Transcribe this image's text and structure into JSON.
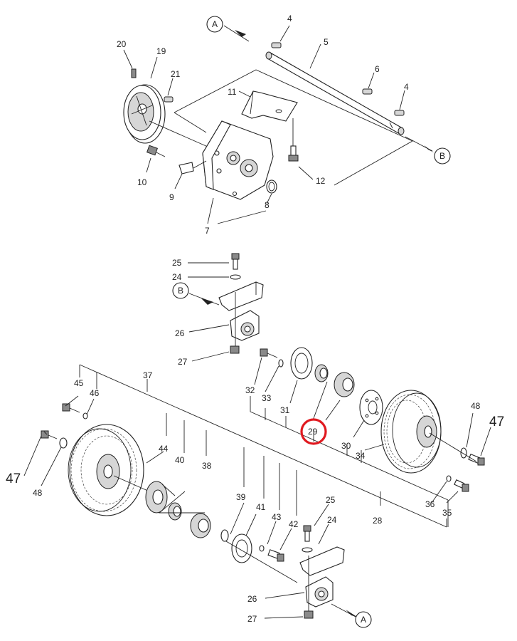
{
  "callouts": {
    "A_top": "A",
    "B_right": "B",
    "B_mid": "B",
    "A_bottom": "A"
  },
  "labels": {
    "n4a": "4",
    "n5": "5",
    "n6": "6",
    "n4b": "4",
    "n20": "20",
    "n19": "19",
    "n21": "21",
    "n11": "11",
    "n10": "10",
    "n9": "9",
    "n12": "12",
    "n8": "8",
    "n7": "7",
    "n25a": "25",
    "n24a": "24",
    "n26a": "26",
    "n27a": "27",
    "n37": "37",
    "n45": "45",
    "n46": "46",
    "n47a": "47",
    "n48a": "48",
    "n44": "44",
    "n40": "40",
    "n38": "38",
    "n39": "39",
    "n41": "41",
    "n43": "43",
    "n42": "42",
    "n32": "32",
    "n33": "33",
    "n31": "31",
    "n29": "29",
    "n30": "30",
    "n34": "34",
    "n48b": "48",
    "n47b": "47",
    "n36": "36",
    "n35": "35",
    "n28": "28",
    "n25b": "25",
    "n24b": "24",
    "n26b": "26",
    "n27b": "27"
  },
  "highlight": {
    "part": "29",
    "color": "#e0191f"
  }
}
